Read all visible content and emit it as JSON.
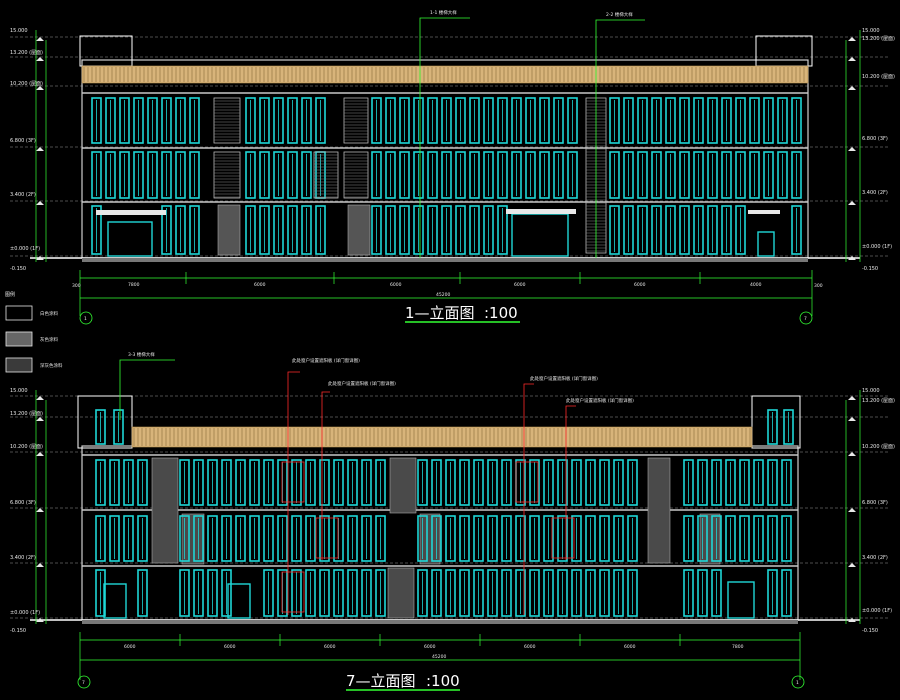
{
  "colors": {
    "background": "#000000",
    "window": "#1fd7d7",
    "floor_line": "#c8c8c8",
    "leader": "#ff2a2a",
    "dim_line": "#33ff33",
    "parapet": "#d8b47a",
    "text": "#e8e8e8"
  },
  "elevation_1": {
    "title": "1—立面图",
    "scale": ":100",
    "axis_left": "1",
    "axis_right": "7",
    "total_dim": "45200",
    "bay_dims": [
      "7800",
      "6000",
      "6000",
      "6000",
      "6000",
      "4000"
    ],
    "edge_dims": [
      "300",
      "300"
    ],
    "levels_left": [
      "15.000",
      "13.200 (屋面)",
      "10.200 (屋面)",
      "6.800 (3F)",
      "3.400 (2F)",
      "±0.000 (1F)",
      "-0.150"
    ],
    "levels_right": [
      "15.000",
      "13.200 (屋面)",
      "10.200 (屋面)",
      "6.800 (3F)",
      "3.400 (2F)",
      "±0.000 (1F)",
      "-0.150"
    ],
    "callouts": [
      "1-1 楼梯大样",
      "2-2 楼梯大样"
    ]
  },
  "legend": {
    "title": "图例",
    "items": [
      "白色涂料",
      "灰色涂料",
      "深灰色涂料"
    ]
  },
  "elevation_7": {
    "title": "7—立面图",
    "scale": ":100",
    "axis_left": "7",
    "axis_right": "1",
    "total_dim": "45200",
    "bay_dims": [
      "6000",
      "6000",
      "6000",
      "6000",
      "6000",
      "6000",
      "7800"
    ],
    "levels_left": [
      "15.000",
      "13.200 (屋面)",
      "10.200 (屋面)",
      "6.800 (3F)",
      "3.400 (2F)",
      "±0.000 (1F)",
      "-0.150"
    ],
    "levels_right": [
      "15.000",
      "13.200 (屋面)",
      "10.200 (屋面)",
      "6.800 (3F)",
      "3.400 (2F)",
      "±0.000 (1F)",
      "-0.150"
    ],
    "callouts": [
      "3-3 楼梯大样",
      "此处窗户设置遮阳板 (详门窗详图)",
      "此处窗户设置遮阳板 (详门窗详图)",
      "此处窗户设置遮阳板 (详门窗详图)",
      "此处窗户设置遮阳板 (详门窗详图)"
    ]
  }
}
